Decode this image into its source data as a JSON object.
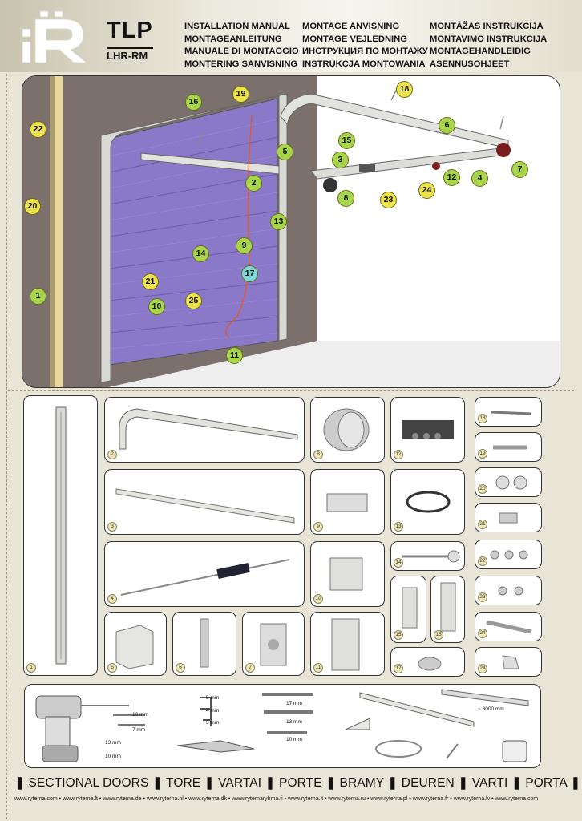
{
  "header": {
    "title": "TLP",
    "model": "LHR-RM",
    "col1": [
      "INSTALLATION MANUAL",
      "MONTAGEANLEITUNG",
      "MANUALE DI MONTAGGIO",
      "MONTERING SANVISNING"
    ],
    "col2": [
      "MONTAGE ANVISNING",
      "MONTAGE VEJLEDNING",
      "ИНСТРУКЦИЯ ПО МОНТАЖУ",
      "INSTRUKCJA MONTOWANIA"
    ],
    "col3": [
      "MONTĀŽAS INSTRUKCIJA",
      "MONTAVIMO INSTRUKCIJA",
      "MONTAGEHANDLEIDIG",
      "ASENNUSOHJEET"
    ]
  },
  "diagram": {
    "callouts": [
      "22",
      "20",
      "1",
      "16",
      "19",
      "18",
      "6",
      "5",
      "15",
      "3",
      "2",
      "8",
      "23",
      "24",
      "12",
      "4",
      "7",
      "13",
      "9",
      "14",
      "17",
      "21",
      "10",
      "25",
      "11"
    ]
  },
  "parts": [
    "1",
    "2",
    "8",
    "12",
    "18",
    "19",
    "20",
    "21",
    "3",
    "9",
    "13",
    "4",
    "10",
    "14",
    "15",
    "16",
    "22",
    "23",
    "24",
    "5",
    "6",
    "7",
    "11",
    "17",
    "24"
  ],
  "tools": {
    "hex_keys": [
      "5 mm",
      "4 mm",
      "3 mm"
    ],
    "drills": [
      "10 mm",
      "7 mm",
      "13 mm",
      "10 mm"
    ],
    "wrenches": [
      "17 mm",
      "13 mm",
      "10 mm"
    ],
    "level": "~ 3000 mm"
  },
  "footer": {
    "doors": "❚ SECTIONAL DOORS ❚ TORE ❚ VARTAI ❚ PORTE ❚ BRAMY ❚ DEUREN ❚ VARTI ❚ PORTA ❚",
    "sites": "www.ryterna.com • www.ryterna.lt • www.ryterna.de • www.ryterna.nl • www.ryterna.dk • www.ryternaryhma.fi • www.ryterna.lt • www.ryterna.ru • www.ryterna.pl • www.ryterna.fr • www.ryterna.lv • www.ryterna.com"
  },
  "colors": {
    "door": "#8a79c9",
    "wall": "#7a6e6a",
    "green": "#a8d64a",
    "yellow": "#eee24a"
  }
}
